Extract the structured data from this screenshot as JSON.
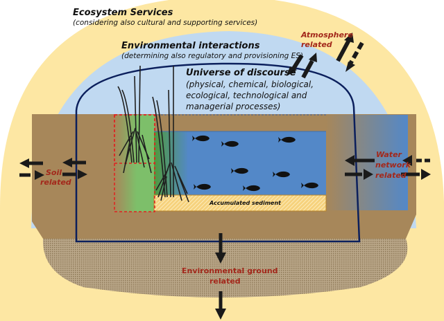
{
  "ecosystem_services": {
    "title": "Ecosystem Services",
    "subtitle": "(considering also cultural and supporting services)"
  },
  "environmental_interactions": {
    "title": "Environmental interactions",
    "subtitle": "(determining also regulatory and provisioning ES)"
  },
  "universe_of_discourse": {
    "title": "Universe of discourse",
    "lines": [
      "(physical, chemical, biological,",
      "ecological, technological and",
      "managerial processes)"
    ]
  },
  "labels": {
    "atmosphere": [
      "Atmosphere",
      "related"
    ],
    "soil": [
      "Soil",
      "related"
    ],
    "water": [
      "Water",
      "network",
      "related"
    ],
    "ground": [
      "Environmental ground",
      "related"
    ],
    "sediment": "Accumulated sediment"
  },
  "colors": {
    "outer_zone": "#fde7a3",
    "inner_zone": "#c0d9f1",
    "soil": "#a7875a",
    "water": "#5388c8",
    "vegetation": "#7dbf6a",
    "boundary": "#0b1f5c",
    "sediment": "#f6d27d",
    "label_red": "#a3281b",
    "arrow": "#1a1a1a"
  },
  "fish_count": 8,
  "plant_count": 2
}
